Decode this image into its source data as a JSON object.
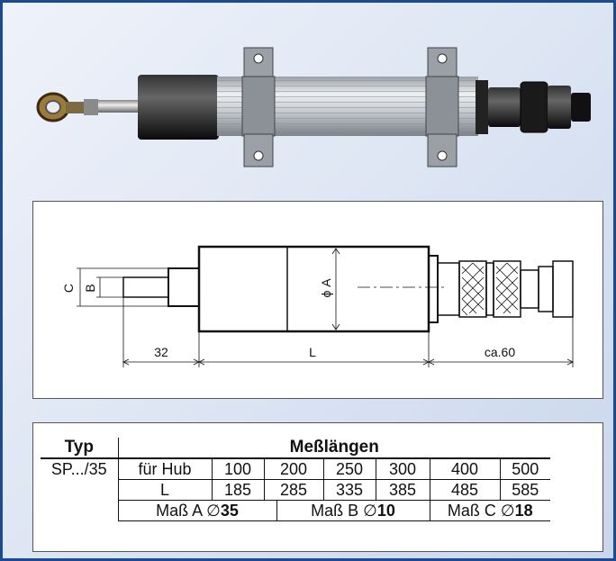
{
  "drawing": {
    "label_c": "C",
    "label_b": "B",
    "label_phi_a": "ϕ A",
    "dim_32": "32",
    "dim_l": "L",
    "dim_ca60": "ca.60"
  },
  "table": {
    "header_typ": "Typ",
    "header_messlaengen": "Meßlängen",
    "type_name": "SP.../35",
    "row1_label": "für Hub",
    "row2_label": "L",
    "hub": [
      "100",
      "200",
      "250",
      "300",
      "400",
      "500"
    ],
    "l_values": [
      "185",
      "285",
      "335",
      "385",
      "485",
      "585"
    ],
    "mass_a_label": "Maß A ∅",
    "mass_a_value": "35",
    "mass_b_label": "Maß B ∅",
    "mass_b_value": "10",
    "mass_c_label": "Maß C ∅",
    "mass_c_value": "18"
  }
}
